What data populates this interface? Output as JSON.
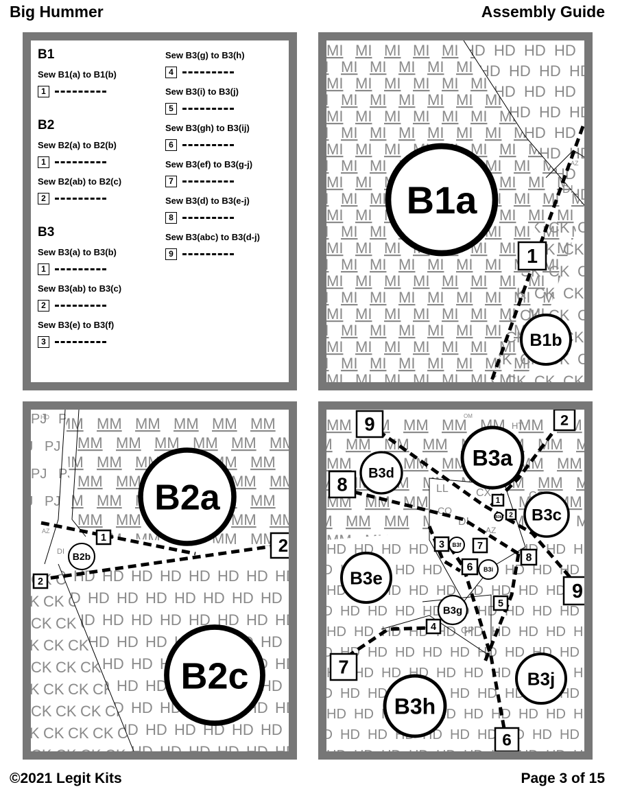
{
  "header": {
    "kit_name": "Big Hummer",
    "guide_title": "Assembly Guide"
  },
  "footer": {
    "copyright": "©2021 Legit Kits",
    "page": "Page 3 of 15"
  },
  "instructions": {
    "left_column": [
      {
        "title": "B1",
        "steps": [
          {
            "text": "Sew B1(a) to B1(b)",
            "num": "1"
          }
        ]
      },
      {
        "title": "B2",
        "steps": [
          {
            "text": "Sew B2(a) to B2(b)",
            "num": "1"
          },
          {
            "text": "Sew B2(ab) to B2(c)",
            "num": "2"
          }
        ]
      },
      {
        "title": "B3",
        "steps": [
          {
            "text": "Sew B3(a) to B3(b)",
            "num": "1"
          },
          {
            "text": "Sew B3(ab) to B3(c)",
            "num": "2"
          },
          {
            "text": "Sew B3(e) to B3(f)",
            "num": "3"
          }
        ]
      }
    ],
    "right_column": [
      {
        "text": "Sew B3(g) to B3(h)",
        "num": "4"
      },
      {
        "text": "Sew B3(i) to B3(j)",
        "num": "5"
      },
      {
        "text": "Sew B3(gh) to B3(ij)",
        "num": "6"
      },
      {
        "text": "Sew B3(ef) to B3(g-j)",
        "num": "7"
      },
      {
        "text": "Sew B3(d) to B3(e-j)",
        "num": "8"
      },
      {
        "text": "Sew B3(abc) to B3(d-j)",
        "num": "9"
      }
    ]
  },
  "diagram_b1": {
    "pieces": [
      "B1a",
      "B1b"
    ],
    "seam_numbers": [
      "1"
    ],
    "fabric_codes": [
      "MI",
      "HD",
      "CK",
      "AZ",
      "DI"
    ]
  },
  "diagram_b2": {
    "pieces": [
      "B2a",
      "B2b",
      "B2c"
    ],
    "seam_numbers": [
      "1",
      "2",
      "2"
    ],
    "fabric_codes": [
      "MM",
      "HD",
      "CK",
      "PJ",
      "AZ",
      "DI"
    ]
  },
  "diagram_b3": {
    "pieces": [
      "B3a",
      "B3b",
      "B3c",
      "B3d",
      "B3e",
      "B3f",
      "B3g",
      "B3h",
      "B3i",
      "B3j"
    ],
    "seam_numbers": [
      "9",
      "2",
      "8",
      "1",
      "2",
      "3",
      "7",
      "8",
      "6",
      "9",
      "5",
      "4",
      "7",
      "6"
    ],
    "fabric_codes": [
      "MM",
      "HD",
      "CQ",
      "CX",
      "CO",
      "LL",
      "DI",
      "AZ",
      "HT",
      "OM",
      "CP"
    ]
  }
}
